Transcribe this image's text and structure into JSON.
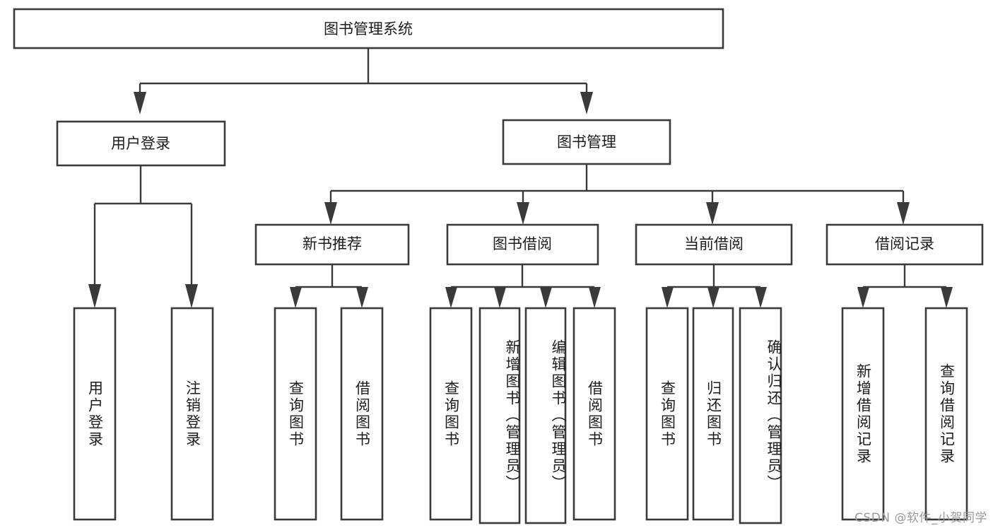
{
  "diagram": {
    "type": "tree-hierarchy",
    "title": "图书管理系统",
    "orientation": "top-down",
    "colors": {
      "box_stroke": "#3a3a3a",
      "box_fill": "#ffffff",
      "connector": "#3a3a3a",
      "text": "#1c1c1c",
      "watermark": "#9a9a9a",
      "background": "#ffffff"
    },
    "levels": {
      "level0": [
        "图书管理系统"
      ],
      "level1": [
        "用户登录",
        "图书管理"
      ],
      "level2": [
        "新书推荐",
        "图书借阅",
        "当前借阅",
        "借阅记录"
      ],
      "level3": [
        "用户登录",
        "注销登录",
        "查询图书",
        "借阅图书",
        "查询图书",
        "新增图书（管理员）",
        "编辑图书（管理员）",
        "借阅图书",
        "查询图书",
        "归还图书",
        "确认归还（管理员）",
        "新增借阅记录",
        "查询借阅记录"
      ]
    },
    "nodes": {
      "root": {
        "label": "图书管理系统"
      },
      "user_login": {
        "label": "用户登录"
      },
      "book_manage": {
        "label": "图书管理"
      },
      "new_book_rec": {
        "label": "新书推荐"
      },
      "book_borrow": {
        "label": "图书借阅"
      },
      "current_borrow": {
        "label": "当前借阅"
      },
      "borrow_record": {
        "label": "借阅记录"
      },
      "leaf_user_login": {
        "label": "用户登录"
      },
      "leaf_logout": {
        "label": "注销登录"
      },
      "leaf_query_book_a": {
        "label": "查询图书"
      },
      "leaf_borrow_book_a": {
        "label": "借阅图书"
      },
      "leaf_query_book_b": {
        "label": "查询图书"
      },
      "leaf_add_book": {
        "label": "新增图书（管理员）"
      },
      "leaf_edit_book": {
        "label": "编辑图书（管理员）"
      },
      "leaf_borrow_book_b": {
        "label": "借阅图书"
      },
      "leaf_query_book_c": {
        "label": "查询图书"
      },
      "leaf_return_book": {
        "label": "归还图书"
      },
      "leaf_confirm_return": {
        "label": "确认归还（管理员）"
      },
      "leaf_add_record": {
        "label": "新增借阅记录"
      },
      "leaf_query_record": {
        "label": "查询借阅记录"
      }
    }
  },
  "watermark": {
    "text": "CSDN @软件_小贺同学"
  }
}
